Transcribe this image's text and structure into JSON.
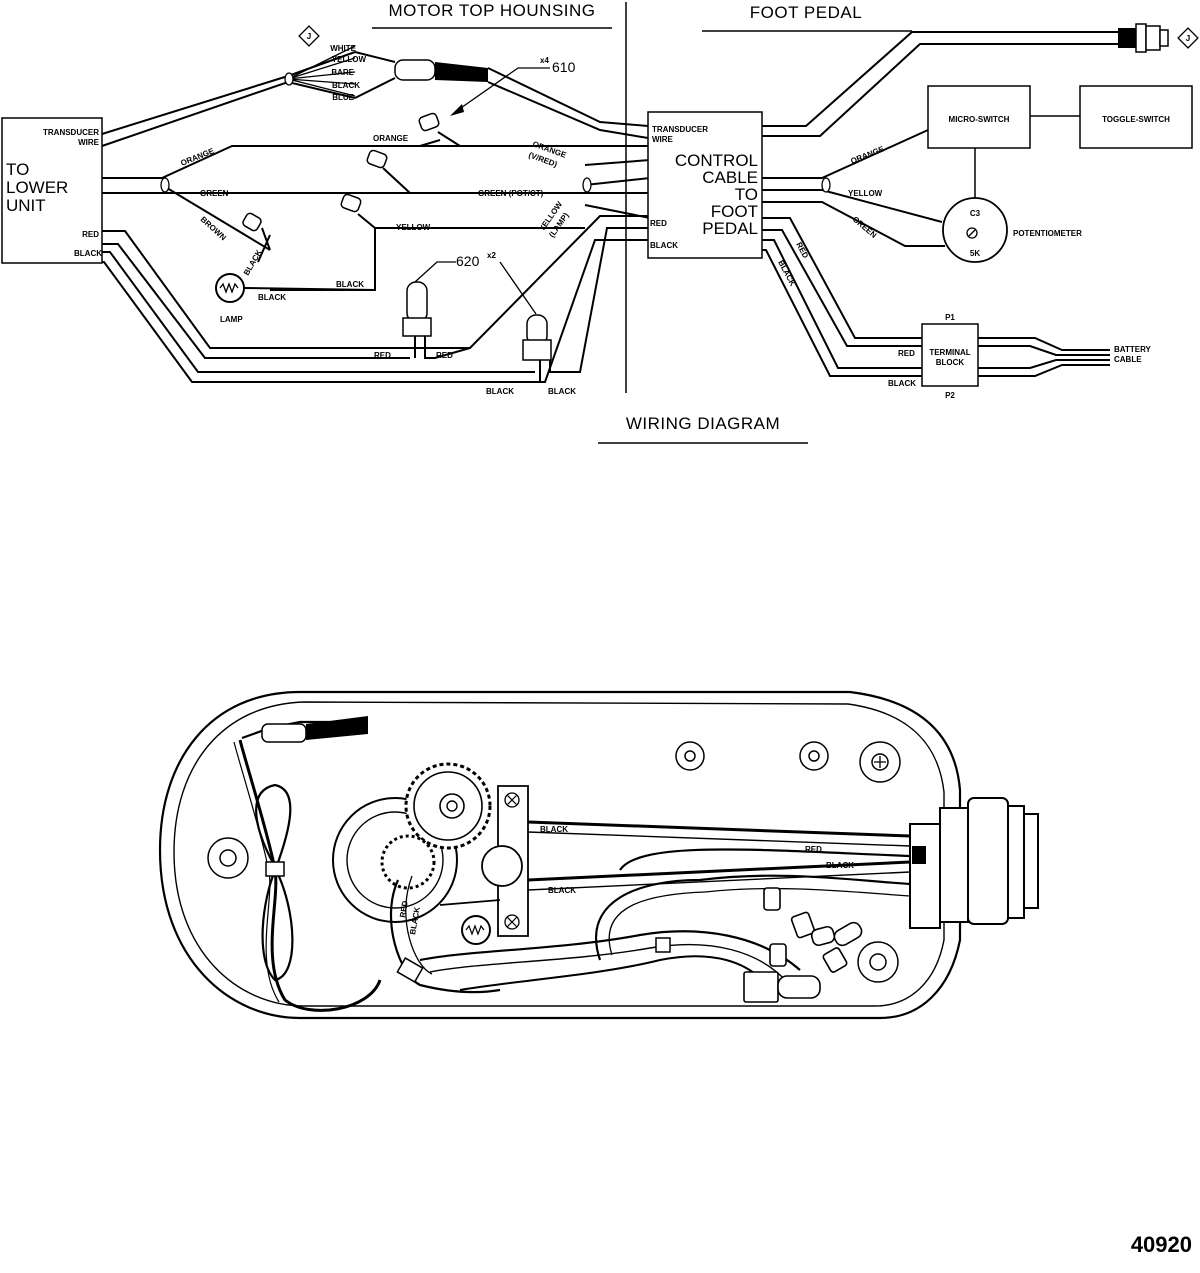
{
  "sections": {
    "motor_top": "MOTOR TOP HOUNSING",
    "foot_pedal": "FOOT PEDAL",
    "wiring_diagram": "WIRING DIAGRAM"
  },
  "connector_marker": "J",
  "lower_unit": {
    "lines": [
      "TO",
      "LOWER",
      "UNIT"
    ],
    "transducer_lines": [
      "TRANSDUCER",
      "WIRE"
    ],
    "red": "RED",
    "black": "BLACK"
  },
  "transducer_wires": [
    "WHITE",
    "YELLOW",
    "BARE",
    "BLACK",
    "BLUE"
  ],
  "callouts": {
    "c610": "610",
    "c610_qty": "x4",
    "c620": "620",
    "c620_qty": "x2"
  },
  "harness": {
    "orange": "ORANGE",
    "orange_vred_lines": [
      "ORANGE",
      "(V/RED)"
    ],
    "green": "GREEN",
    "green_potct": "GREEN  (POT/CT)",
    "brown": "BROWN",
    "black_lamp": "BLACK",
    "black_1": "BLACK",
    "black_2": "BLACK",
    "yellow": "YELLOW",
    "yellow_lamp_lines": [
      "YELLOW",
      "(LAMP)"
    ],
    "lamp": "LAMP",
    "red_1": "RED",
    "red_2": "RED",
    "black_3": "BLACK",
    "black_4": "BLACK"
  },
  "control": {
    "transducer_lines": [
      "TRANSDUCER",
      "WIRE"
    ],
    "title_lines": [
      "CONTROL",
      "CABLE",
      "TO",
      "FOOT",
      "PEDAL"
    ],
    "red": "RED",
    "black": "BLACK"
  },
  "pedal": {
    "micro_switch": "MICRO-SWITCH",
    "toggle_switch": "TOGGLE-SWITCH",
    "orange": "ORANGE",
    "yellow": "YELLOW",
    "green": "GREEN",
    "pot_ref": "C3",
    "pot_value": "5K",
    "potentiometer": "POTENTIOMETER",
    "red": "RED",
    "black": "BLACK"
  },
  "terminal": {
    "p1": "P1",
    "p2": "P2",
    "lines": [
      "TERMINAL",
      "BLOCK"
    ],
    "red": "RED",
    "black": "BLACK",
    "battery_lines": [
      "BATTERY",
      "CABLE"
    ]
  },
  "housing_labels": {
    "black_1": "BLACK",
    "red": "RED",
    "black_2": "BLACK",
    "black_3": "BLACK",
    "red_v": "RED",
    "black_v": "BLACK"
  },
  "figure_number": "40920"
}
